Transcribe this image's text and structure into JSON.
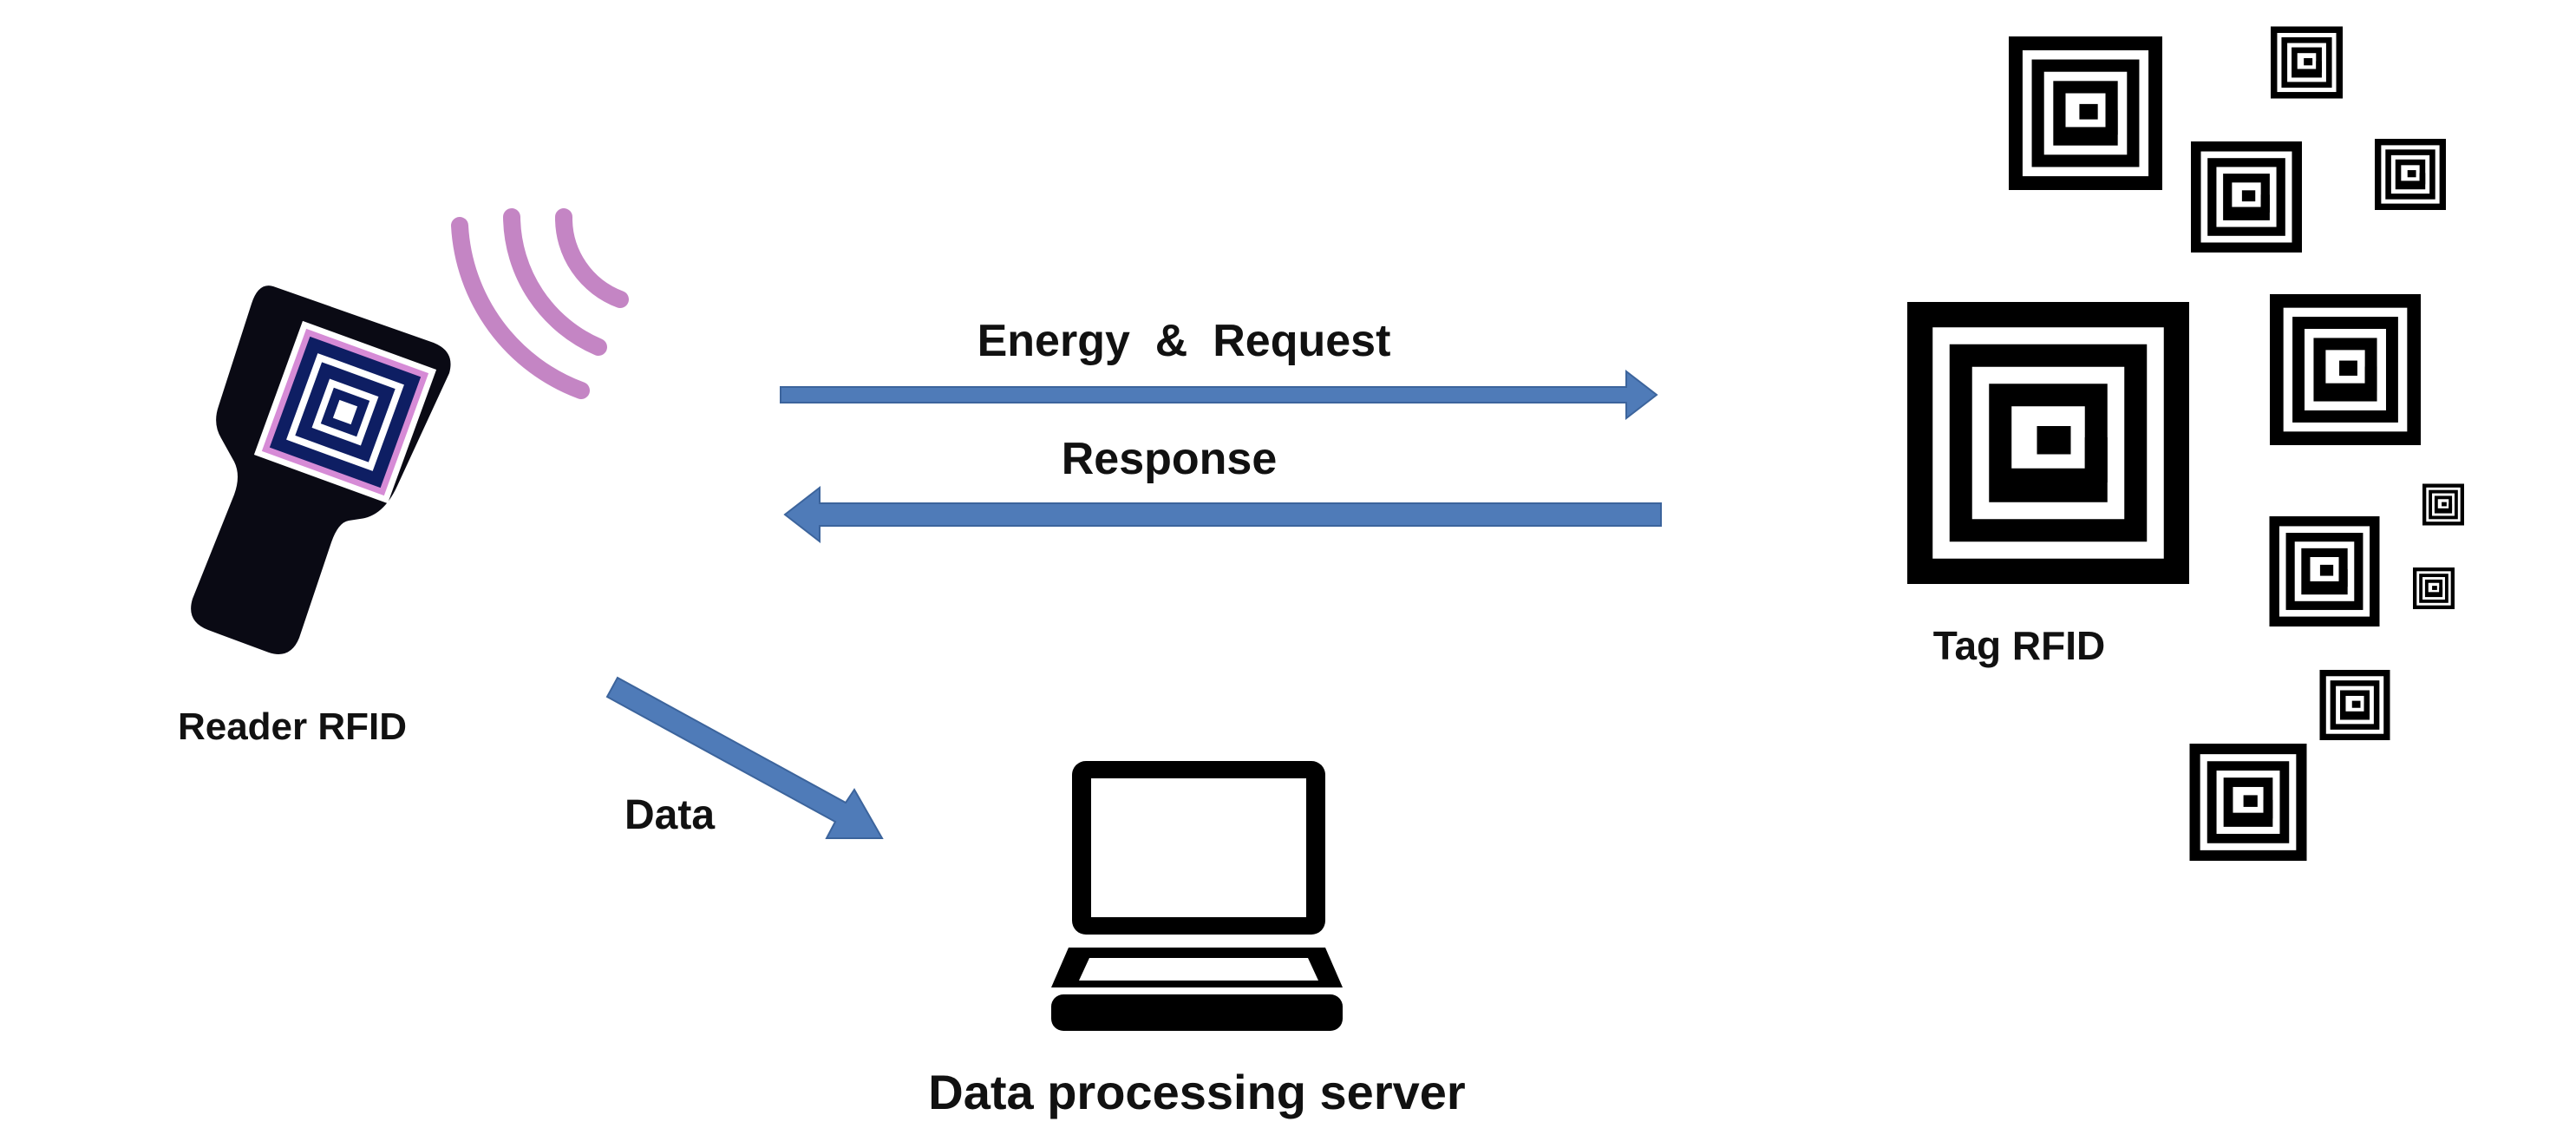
{
  "diagram": {
    "reader_label": "Reader RFID",
    "tag_label": "Tag RFID",
    "forward_label": "Energy  &  Request",
    "response_label": "Response",
    "data_label": "Data",
    "server_label": "Data processing server"
  },
  "colors": {
    "arrow": "#4F7BB8",
    "arrow_stroke": "#3C649C",
    "waves": "#C485C4",
    "reader_body": "#0A0A14",
    "reader_screen": "#0E1E63",
    "reader_screen_border": "#D68BD6",
    "tag": "#000000"
  },
  "icons": {
    "reader": "rfid-reader-icon",
    "waves": "radio-waves-icon",
    "tag": "rfid-tag-icon",
    "server": "laptop-icon"
  }
}
